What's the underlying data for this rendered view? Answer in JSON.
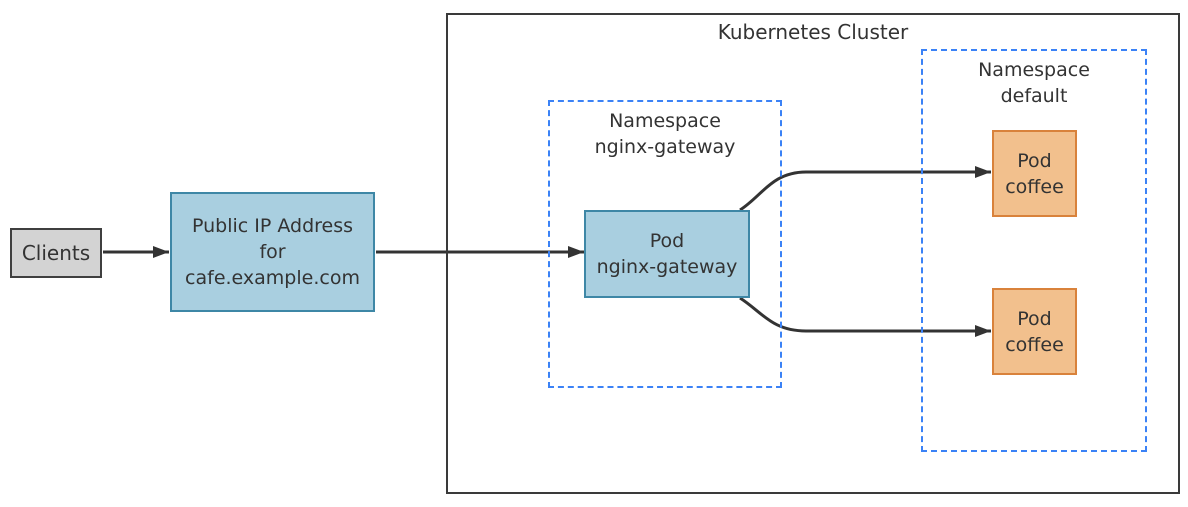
{
  "diagram": {
    "title": "Kubernetes Cluster",
    "nodes": {
      "clients": {
        "label": "Clients"
      },
      "public_ip": {
        "line1": "Public IP Address",
        "line2": "for",
        "line3": "cafe.example.com"
      },
      "pod_gateway": {
        "line1": "Pod",
        "line2": "nginx-gateway"
      },
      "pod_coffee_top": {
        "line1": "Pod",
        "line2": "coffee"
      },
      "pod_coffee_bottom": {
        "line1": "Pod",
        "line2": "coffee"
      }
    },
    "groups": {
      "namespace_gateway": {
        "line1": "Namespace",
        "line2": "nginx-gateway"
      },
      "namespace_default": {
        "line1": "Namespace",
        "line2": "default"
      }
    },
    "colors": {
      "blue_node_fill": "#a9cfe0",
      "blue_node_border": "#3e87a6",
      "orange_node_fill": "#f2c08d",
      "orange_node_border": "#d9823b",
      "gray_node_fill": "#d3d3d3",
      "gray_node_border": "#3f3f3f",
      "namespace_dashed_border": "#3b82f6",
      "cluster_border": "#3a3a3a",
      "arrow": "#333333",
      "text": "#333333"
    }
  }
}
